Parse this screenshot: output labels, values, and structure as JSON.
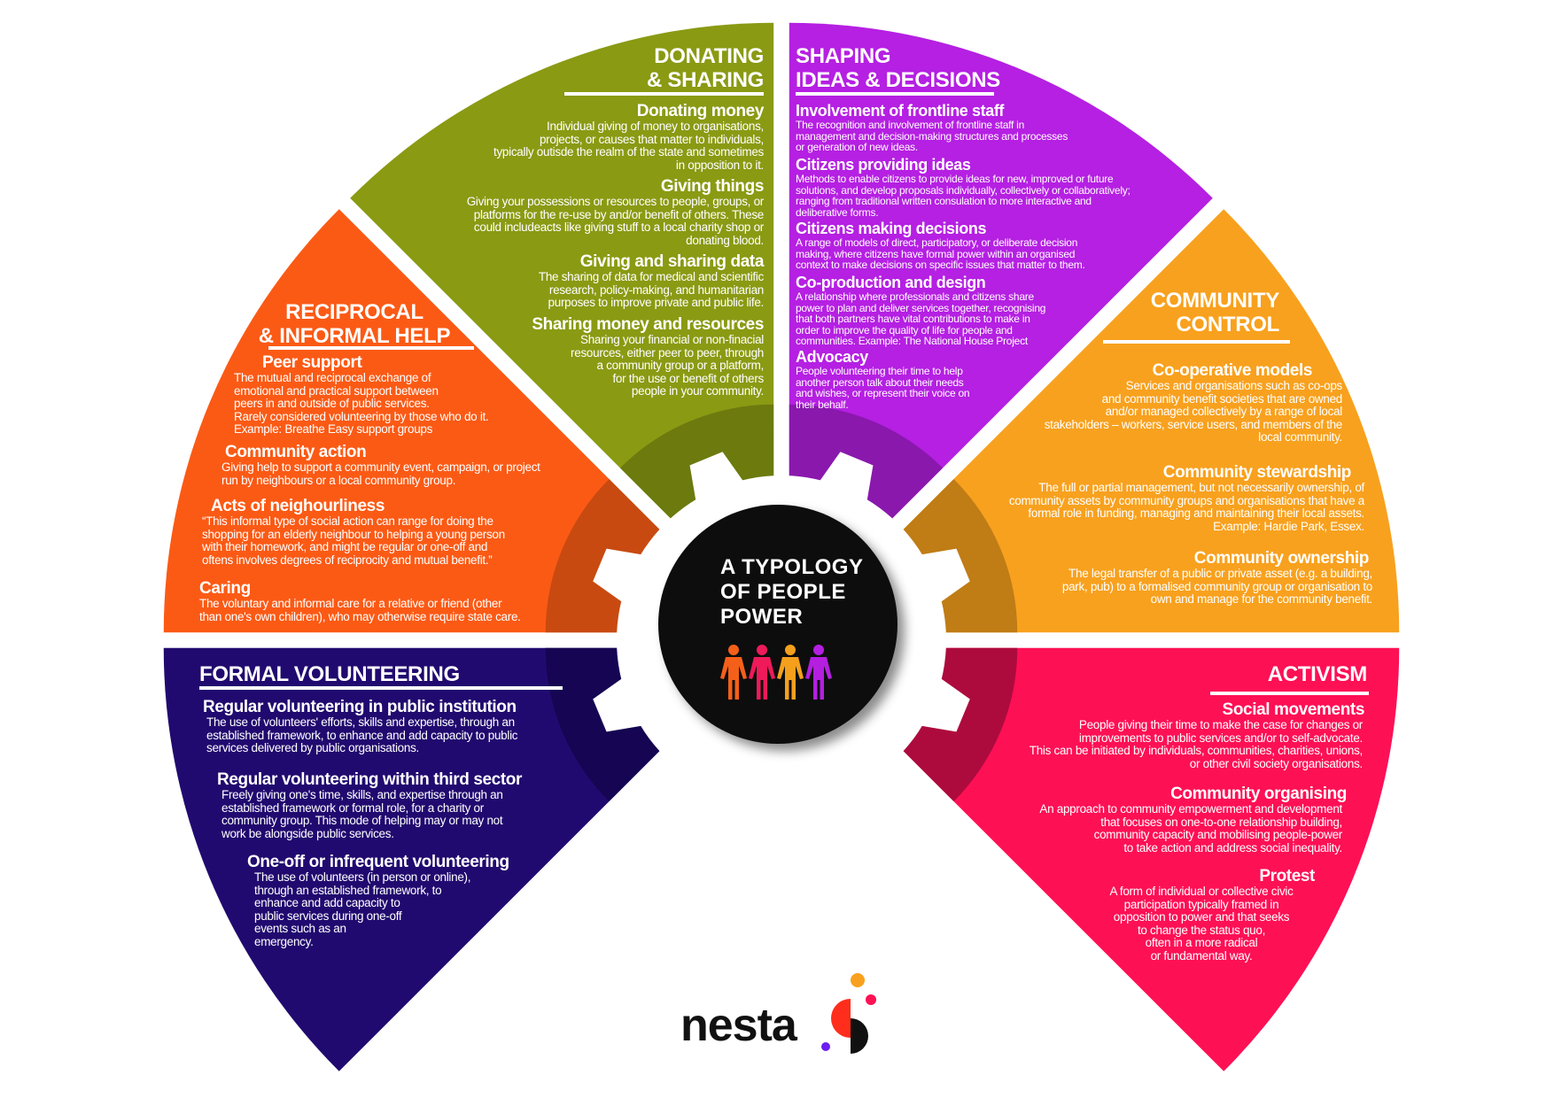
{
  "center": {
    "title": "A TYPOLOGY\nOF PEOPLE\nPOWER",
    "people_colors": [
      "#f4601a",
      "#ee1a5a",
      "#f5a01d",
      "#b41fe0"
    ]
  },
  "logo": {
    "text": "nesta"
  },
  "sectors": [
    {
      "id": "donating",
      "title": "DONATING\n& SHARING",
      "color": "#8a9a13",
      "dark": "#6c7a0e",
      "items": [
        {
          "heading": "Donating money",
          "body": "Individual giving of money to organisations,\nprojects, or causes that matter to individuals,\ntypically outisde the realm of the state and sometimes\nin opposition to it."
        },
        {
          "heading": "Giving things",
          "body": "Giving your possessions or resources to people, groups, or\nplatforms for the re-use by and/or benefit of others. These\ncould includeacts like giving stuff to a local charity shop or\ndonating blood."
        },
        {
          "heading": "Giving and sharing data",
          "body": "The sharing of data for medical and scientific\nresearch, policy-making, and humanitarian\npurposes to improve private and public life."
        },
        {
          "heading": "Sharing money and resources",
          "body": "Sharing your financial or non-finacial\nresources, either peer to peer, through\na community group or a platform,\nfor the use or benefit of others\npeople in your community."
        }
      ]
    },
    {
      "id": "shaping",
      "title": "SHAPING\nIDEAS & DECISIONS",
      "color": "#b520e2",
      "dark": "#8a18ad",
      "items": [
        {
          "heading": "Involvement of frontline staff",
          "body": "The recognition and involvement of frontline staff in\nmanagement and decision-making structures and processes\nor generation of new ideas."
        },
        {
          "heading": "Citizens providing ideas",
          "body": "Methods to enable citizens to provide ideas for new, improved or future\nsolutions, and develop proposals individually, collectively or collaboratively;\nranging from traditional written consulation to more interactive and\ndeliberative forms."
        },
        {
          "heading": "Citizens making decisions",
          "body": "A range of models of direct, participatory, or deliberate decision\nmaking, where citizens have formal power within an organised\ncontext to make decisions on specific issues that matter to them."
        },
        {
          "heading": "Co-production and design",
          "body": "A relationship where professionals and citizens share\npower to plan and deliver services together, recognising\nthat both partners have vital contributions to make in\norder to improve the quality of life for people and\ncommunities. Example: The National House Project"
        },
        {
          "heading": "Advocacy",
          "body": "People volunteering their time to help\nanother person talk about their needs\nand wishes, or represent their voice on\ntheir behalf."
        }
      ]
    },
    {
      "id": "community",
      "title": "COMMUNITY\nCONTROL",
      "color": "#f8a11e",
      "dark": "#c07c15",
      "items": [
        {
          "heading": "Co-operative models",
          "body": "Services and organisations such as co-ops\nand community benefit societies that are owned\nand/or managed collectively by a range of local\nstakeholders – workers, service users, and members of the\nlocal community."
        },
        {
          "heading": "Community stewardship",
          "body": "The full or partial management, but not necessarily ownership, of\ncommunity assets by community groups and organisations that have a\nformal role in funding, managing and maintaining their local assets.\nExample: Hardie Park, Essex."
        },
        {
          "heading": "Community ownership",
          "body": "The legal transfer of a public or private asset (e.g. a building,\npark,   pub) to a formalised community group or organisation to\nown  and manage for the community benefit."
        }
      ]
    },
    {
      "id": "activism",
      "title": "ACTIVISM",
      "color": "#fe1055",
      "dark": "#ad0b3d",
      "items": [
        {
          "heading": "Social movements",
          "body": "People giving their time to make the case for changes or\nimprovements to public services and/or to self-advocate.\nThis can be initiated by individuals, communities, charities, unions,\nor other civil society organisations."
        },
        {
          "heading": "Community organising",
          "body": "An approach to community empowerment and development\nthat focuses on one-to-one relationship building,\ncommunity capacity and mobilising people-power\nto take action and address social inequality."
        },
        {
          "heading": "Protest",
          "body": "A form of individual or collective civic\nparticipation typically framed in\nopposition to power and that seeks\nto change the status quo,\noften in a more radical\nor fundamental way."
        }
      ]
    },
    {
      "id": "formal",
      "title": "FORMAL VOLUNTEERING",
      "color": "#210a6f",
      "dark": "#150552",
      "items": [
        {
          "heading": "Regular volunteering in public institution",
          "body": "The use of volunteers' efforts, skills and expertise, through an\nestablished framework, to enhance and add capacity to public\nservices delivered by public organisations."
        },
        {
          "heading": "Regular volunteering within third sector",
          "body": "Freely giving one's time, skills, and expertise through an\nestablished framework or formal role, for a charity or\ncommunity group. This mode of helping may or may not\nwork be alongside public services."
        },
        {
          "heading": "One-off or infrequent volunteering",
          "body": "The use of volunteers (in person or online),\nthrough an established framework, to\nenhance and add capacity to\npublic services during one-off\nevents  such as an\nemergency."
        }
      ]
    },
    {
      "id": "reciprocal",
      "title": "RECIPROCAL\n& INFORMAL HELP",
      "color": "#fb5a15",
      "dark": "#c84a11",
      "items": [
        {
          "heading": "Peer support",
          "body": "The mutual and reciprocal exchange of\nemotional and practical support between\npeers in and outside of public services.\nRarely considered volunteering by those who do it.\nExample: Breathe Easy support groups"
        },
        {
          "heading": "Community action",
          "body": "Giving help to support a community event, campaign, or project\nrun by neighbours or a local community group."
        },
        {
          "heading": "Acts of neighourliness",
          "body": "“This informal type of social action can range for doing the\nshopping for an elderly neighbour to helping a young person\nwith their homework, and might be regular or one-off and\noftens involves degrees of reciprocity and mutual benefit.”"
        },
        {
          "heading": "Caring",
          "body": "The voluntary and informal care for a relative or friend (other\nthan one's own children), who may otherwise require state care."
        }
      ]
    }
  ]
}
